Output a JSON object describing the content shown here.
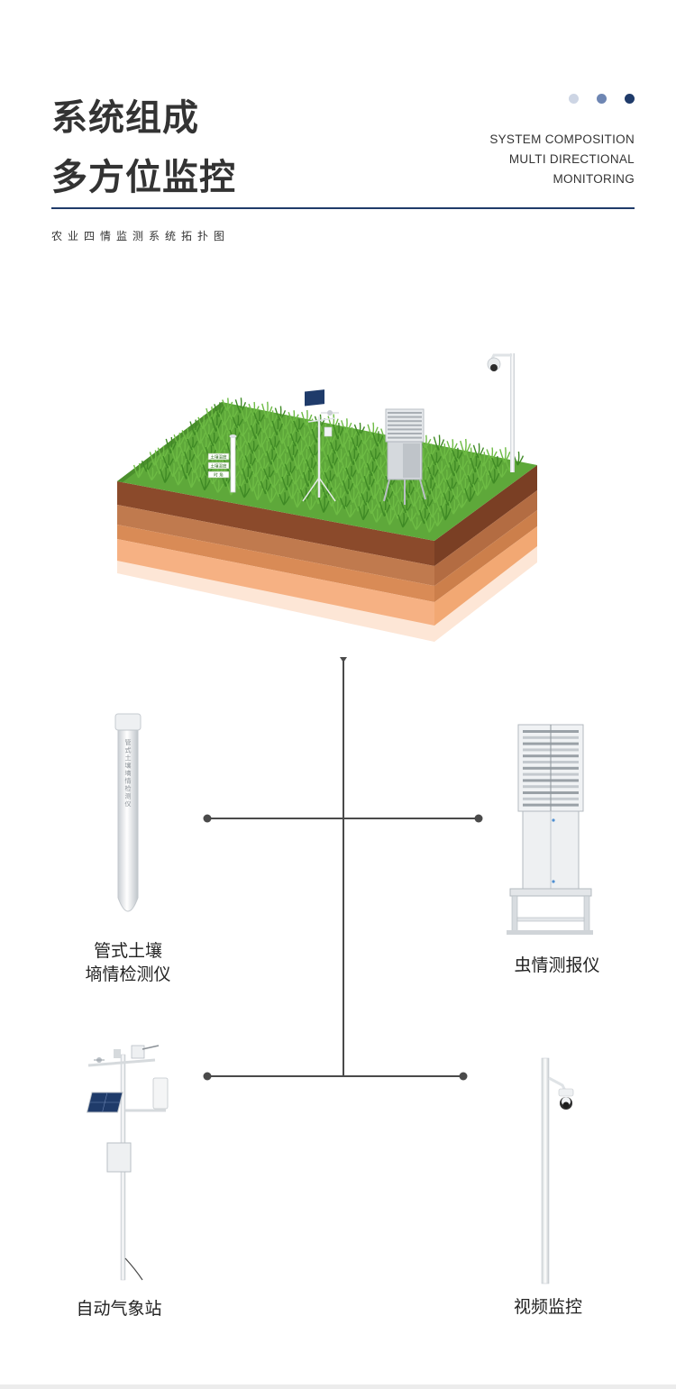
{
  "header": {
    "title_line1": "系统组成",
    "title_line2": "多方位监控",
    "en_line1": "SYSTEM COMPOSITION",
    "en_line2": "MULTI DIRECTIONAL",
    "en_line3": "MONITORING",
    "subtitle": "农业四情监测系统拓扑图",
    "dot_colors": [
      "#cdd5e4",
      "#6e86b3",
      "#1f3b6a"
    ]
  },
  "scene": {
    "sign_lines": [
      "土壤温度",
      "土壤湿度",
      "时 角"
    ]
  },
  "devices": {
    "soil_sensor_label_line1": "管式土壤",
    "soil_sensor_label_line2": "墒情检测仪",
    "soil_sensor_tube_text": "管式土壤墒情检测仪",
    "insect_label": "虫情测报仪",
    "weather_label": "自动气象站",
    "video_label": "视频监控"
  },
  "colors": {
    "accent": "#1f3b6a",
    "grass": "#5ea83a",
    "soil_dark": "#8b4a2b",
    "soil_mid": "#c07a4e",
    "soil_light": "#f6b183"
  }
}
